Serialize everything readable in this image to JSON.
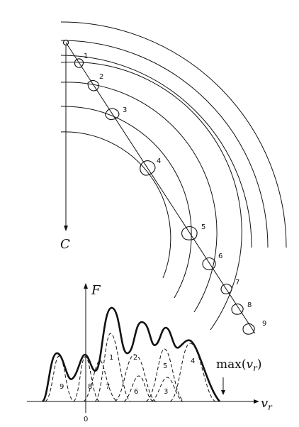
{
  "diagram": {
    "center_label": "C",
    "axis_y_label": "F",
    "axis_x_label_main": "v",
    "axis_x_label_sub": "r",
    "origin_label": "0",
    "max_label_prefix": "max(",
    "max_label_var": "v",
    "max_label_sub": "r",
    "max_label_suffix": ")",
    "blob_labels": [
      "1",
      "2",
      "3",
      "4",
      "5",
      "6",
      "7",
      "8",
      "9"
    ],
    "peak_labels": [
      "1",
      "2",
      "3",
      "4",
      "5",
      "6",
      "7",
      "8",
      "9"
    ]
  }
}
